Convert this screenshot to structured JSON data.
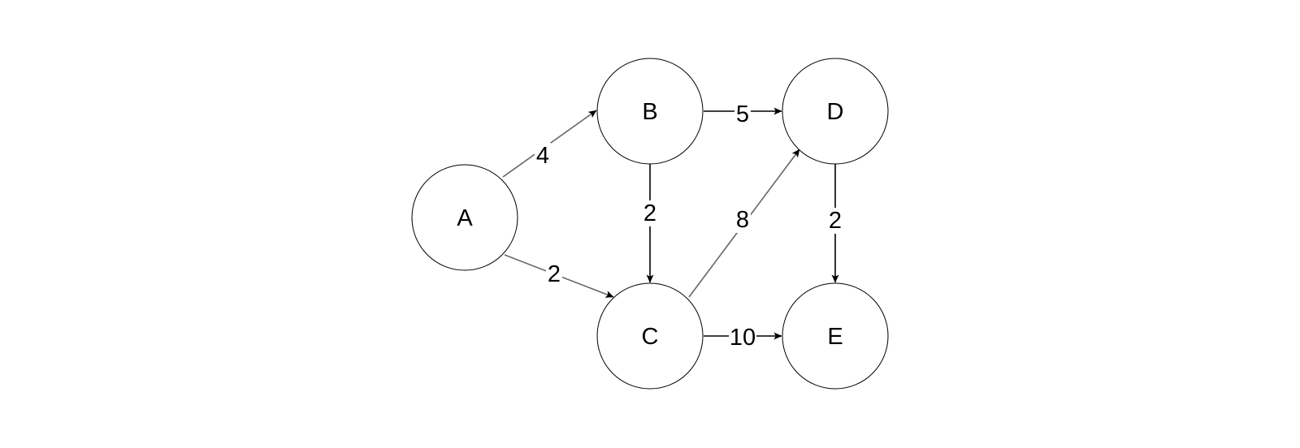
{
  "nodes": [
    {
      "id": "A",
      "label": "A"
    },
    {
      "id": "B",
      "label": "B"
    },
    {
      "id": "C",
      "label": "C"
    },
    {
      "id": "D",
      "label": "D"
    },
    {
      "id": "E",
      "label": "E"
    }
  ],
  "edges": [
    {
      "from": "A",
      "to": "B",
      "label": "4"
    },
    {
      "from": "A",
      "to": "C",
      "label": "2"
    },
    {
      "from": "B",
      "to": "C",
      "label": "2"
    },
    {
      "from": "B",
      "to": "D",
      "label": "5"
    },
    {
      "from": "C",
      "to": "D",
      "label": "8"
    },
    {
      "from": "C",
      "to": "E",
      "label": "10"
    },
    {
      "from": "D",
      "to": "E",
      "label": "2"
    }
  ],
  "colors": {
    "node_stroke": "#000000",
    "node_fill": "#ffffff",
    "edge_straight": "#000000",
    "edge_diagonal": "#666666",
    "text": "#000000",
    "background": "#ffffff"
  }
}
